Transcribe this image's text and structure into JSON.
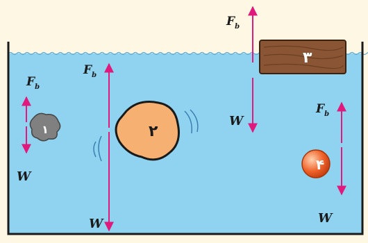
{
  "colors": {
    "background": "#fdf7e3",
    "water": "#8fd3f0",
    "tank_outline": "#1a1a1a",
    "arrow": "#e0197d",
    "object1": "#808080",
    "object2": "#f6b072",
    "object3": "#8a5534",
    "object4": "#f0632a"
  },
  "objects": [
    {
      "id": "1",
      "label": "۱",
      "force_up": "F",
      "force_up_sub": "b",
      "force_down": "W"
    },
    {
      "id": "2",
      "label": "۲",
      "force_up": "F",
      "force_up_sub": "b",
      "force_down": "W"
    },
    {
      "id": "3",
      "label": "۳",
      "force_up": "F",
      "force_up_sub": "b",
      "force_down": "W"
    },
    {
      "id": "4",
      "label": "۴",
      "force_up": "F",
      "force_up_sub": "b",
      "force_down": "W"
    }
  ]
}
